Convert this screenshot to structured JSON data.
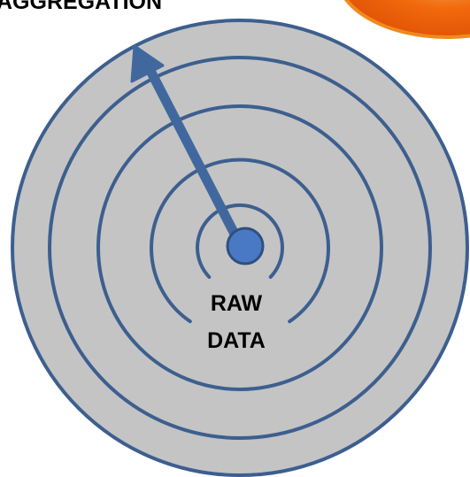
{
  "labels": {
    "outer": "AGGREGATION",
    "center_line1": "RAW",
    "center_line2": "DATA"
  },
  "colors": {
    "background": "#ffffff",
    "disk_fill": "#c4c4c4",
    "ring_stroke": "#3d5f8f",
    "arrow": "#41689e",
    "center_dot": "#4a79c4",
    "center_dot_stroke": "#2f4f80",
    "corner_orange_outer": "#f08a1d",
    "corner_orange_mid": "#f26a0c",
    "corner_orange_inner": "#f59a3a",
    "text": "#000000"
  }
}
